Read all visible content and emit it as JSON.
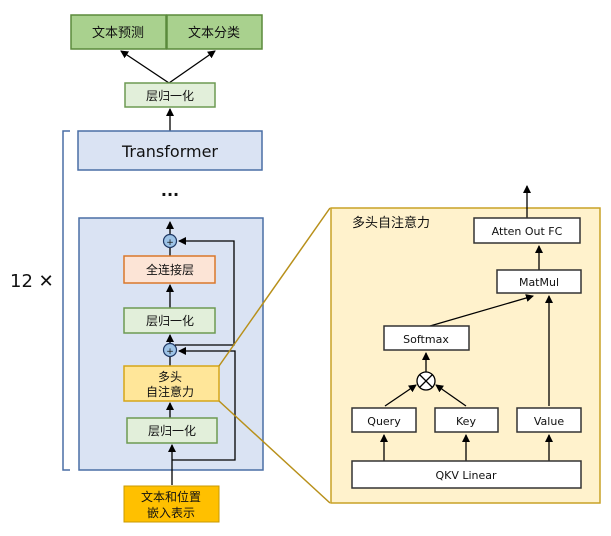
{
  "left": {
    "outputs": [
      "文本预测",
      "文本分类"
    ],
    "top_norm": "层归一化",
    "transformer": "Transformer",
    "ellipsis": "...",
    "repeat": "12 ✕",
    "block": {
      "ffn": "全连接层",
      "norm2": "层归一化",
      "mha_line1": "多头",
      "mha_line2": "自注意力",
      "norm1": "层归一化",
      "plus": "+"
    },
    "input_line1": "文本和位置",
    "input_line2": "嵌入表示"
  },
  "right": {
    "title": "多头自注意力",
    "atten_out": "Atten Out FC",
    "matmul": "MatMul",
    "softmax": "Softmax",
    "query": "Query",
    "key": "Key",
    "value": "Value",
    "qkv": "QKV Linear"
  },
  "colors": {
    "output_green": "#82b366",
    "norm_green": "#e2efda",
    "norm_border": "#6d9a52",
    "block_blue": "#dae3f3",
    "block_border": "#4a6fa5",
    "ffn_fill": "#fce4d6",
    "ffn_border": "#d9782b",
    "mha_fill": "#ffe699",
    "mha_border": "#d6a619",
    "input_fill": "#ffc000",
    "panel_fill": "#fff2cc",
    "panel_border": "#c9a227"
  }
}
